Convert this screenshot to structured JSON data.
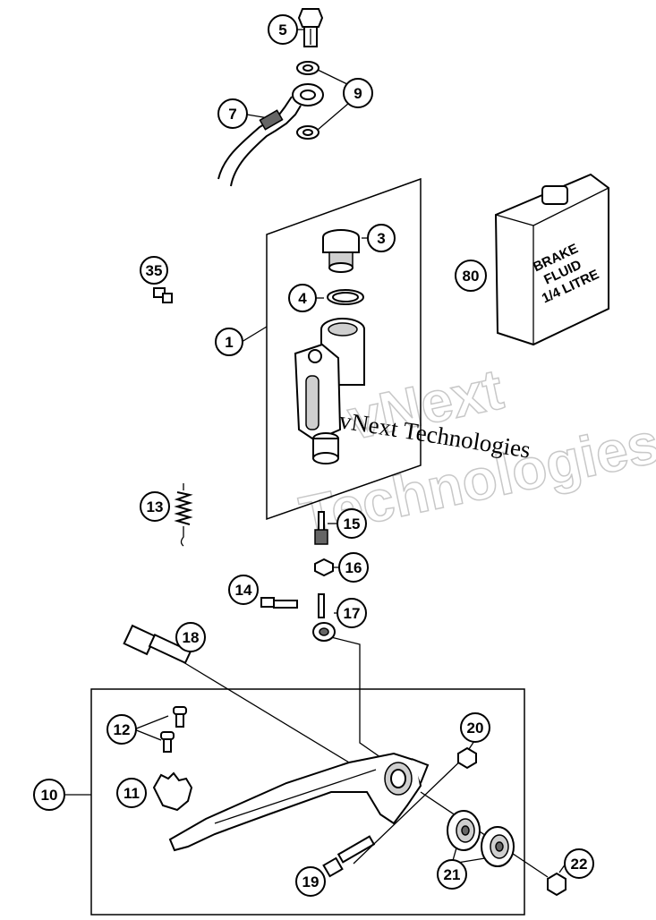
{
  "callouts": {
    "c5": "5",
    "c7": "7",
    "c9": "9",
    "c3": "3",
    "c35": "35",
    "c4": "4",
    "c1": "1",
    "c80": "80",
    "c13": "13",
    "c15": "15",
    "c16": "16",
    "c14": "14",
    "c17": "17",
    "c18": "18",
    "c12": "12",
    "c20": "20",
    "c10": "10",
    "c11": "11",
    "c19": "19",
    "c21": "21",
    "c22": "22"
  },
  "fluid_can": {
    "line1": "BRAKE",
    "line2": "FLUID",
    "line3": "1/4 LITRE"
  },
  "watermark": {
    "large_line1": "vNext",
    "large_line2": "Technologies",
    "small": "vNext Technologies"
  }
}
